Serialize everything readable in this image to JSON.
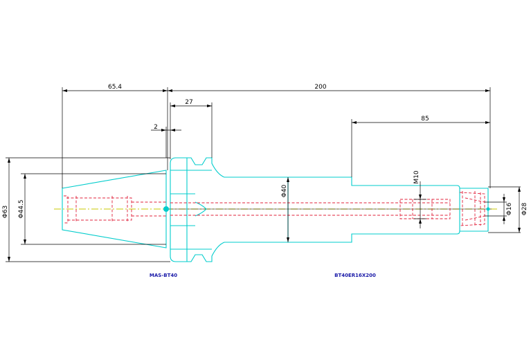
{
  "drawing": {
    "dimensions": {
      "d_65_4": "65.4",
      "d_200": "200",
      "d_27": "27",
      "d_2": "2",
      "d_85": "85",
      "d_phi63": "Φ63",
      "d_phi44_5": "Φ44.5",
      "d_phi40": "Φ40",
      "d_m10": "M10",
      "d_phi16": "Φ16",
      "d_phi28": "Φ28"
    },
    "labels": {
      "left_part": "MAS-BT40",
      "right_part": "BT40ER16X200"
    },
    "colors": {
      "outline": "#00cccc",
      "hidden_lines": "#e0203a",
      "center_line": "#c8c800",
      "dimensions": "#000000",
      "part_labels": "#1a1aa8"
    }
  }
}
